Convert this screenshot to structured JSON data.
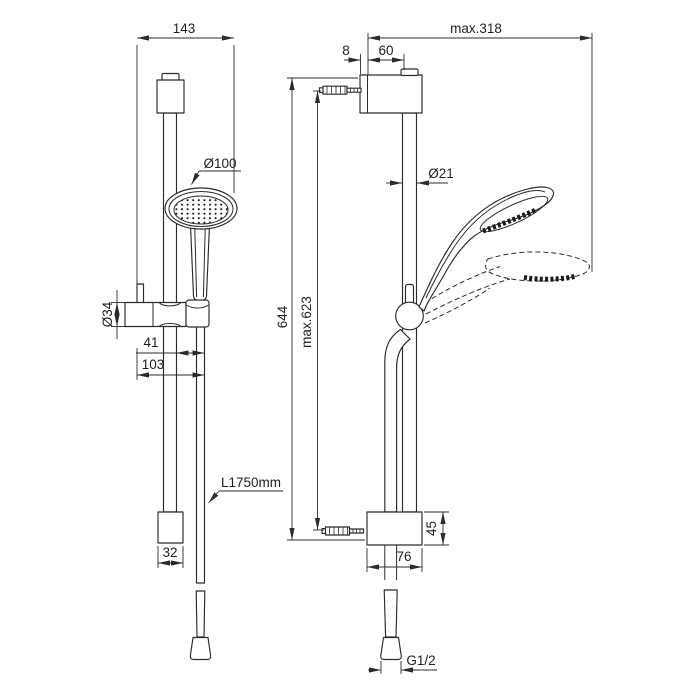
{
  "drawing": {
    "type": "technical-dimension-drawing",
    "product": "shower rail set with hand shower and flexible hose",
    "background_color": "#ffffff",
    "line_color": "#2b2b2b",
    "front_view": {
      "rail_width": "143",
      "head_diameter": "Ø100",
      "holder_diameter": "Ø34",
      "rail_to_hose": "41",
      "wall_axis_to_hose": "103",
      "hose_length": "L1750mm",
      "end_cap_width": "32"
    },
    "side_view": {
      "wall_clearance": "8",
      "bracket_to_rail_axis": "60",
      "max_head_reach": "max.318",
      "rail_diameter": "Ø21",
      "rail_length": "644",
      "max_fixing_distance": "max.623",
      "bracket_height": "45",
      "bracket_depth": "76",
      "hose_thread": "G1/2"
    }
  }
}
